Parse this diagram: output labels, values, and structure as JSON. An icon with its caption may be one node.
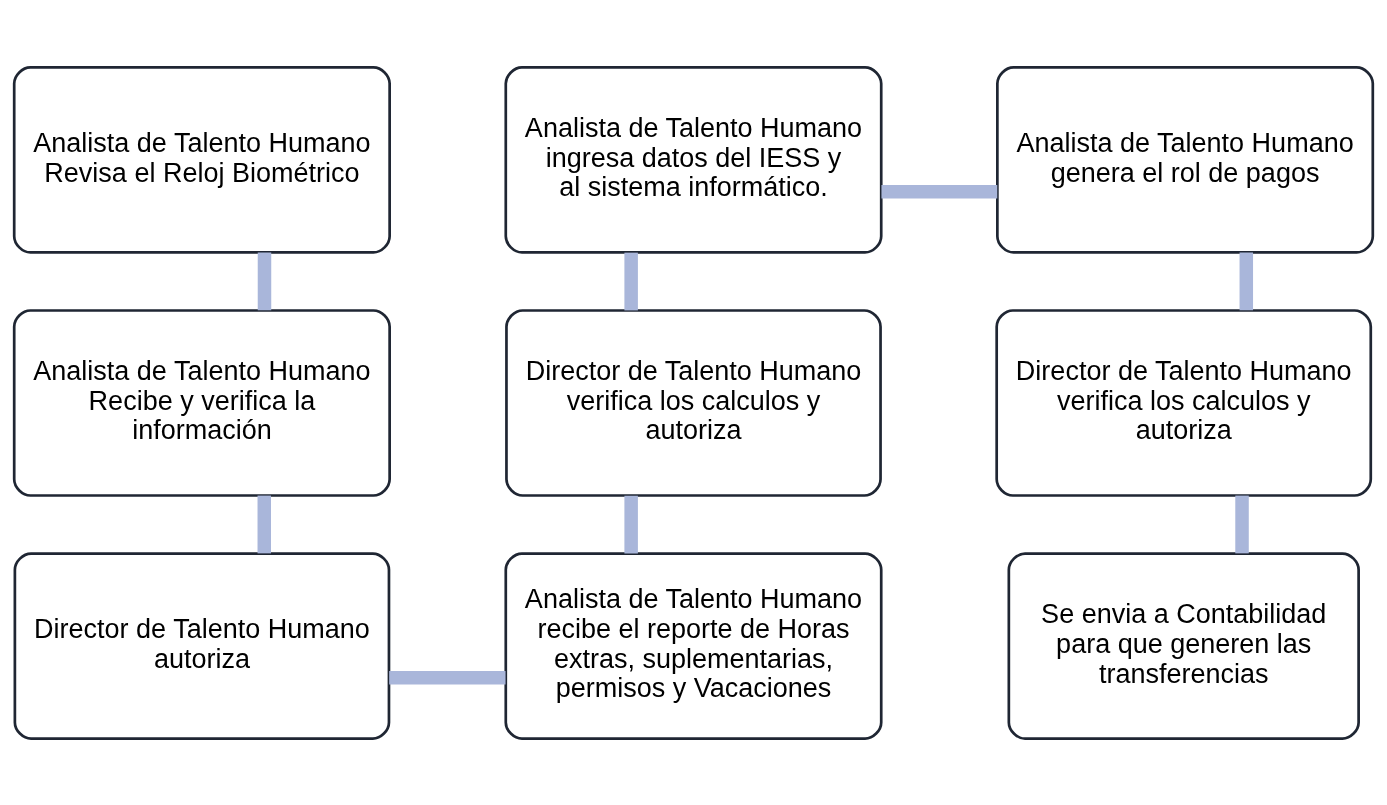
{
  "diagram": {
    "nodes": [
      {
        "text": [
          "Analista de Talento Humano Revisa el Reloj Biométrico"
        ]
      },
      {
        "text": [
          "Analista de Talento Humano Recibe y verifica la información"
        ]
      },
      {
        "text": [
          "Director de Talento Humano autoriza"
        ]
      },
      {
        "text": [
          "Analista de Talento Humano recibe el reporte de Horas extras, suplementarias, permisos y Vacaciones"
        ]
      },
      {
        "text": [
          "Director de Talento Humano verifica los calculos y autoriza"
        ]
      },
      {
        "text": [
          "Analista de Talento Humano ingresa datos del IESS y al sistema informático."
        ]
      },
      {
        "text": [
          "Analista de Talento Humano genera el rol de pagos"
        ]
      },
      {
        "text": [
          "Director de Talento Humano verifica los calculos y autoriza"
        ]
      },
      {
        "text": [
          "Se envia a Contabilidad para que generen las transferencias"
        ]
      }
    ],
    "edges": [
      {
        "from": 0,
        "to": 1,
        "arrow": "none"
      },
      {
        "from": 1,
        "to": 2,
        "arrow": "none"
      },
      {
        "from": 2,
        "to": 3,
        "arrow": "none"
      },
      {
        "from": 3,
        "to": 4,
        "arrow": "none"
      },
      {
        "from": 4,
        "to": 5,
        "arrow": "none"
      },
      {
        "from": 5,
        "to": 6,
        "arrow": "none"
      },
      {
        "from": 6,
        "to": 7,
        "arrow": "none"
      },
      {
        "from": 7,
        "to": 8,
        "arrow": "none"
      }
    ]
  }
}
